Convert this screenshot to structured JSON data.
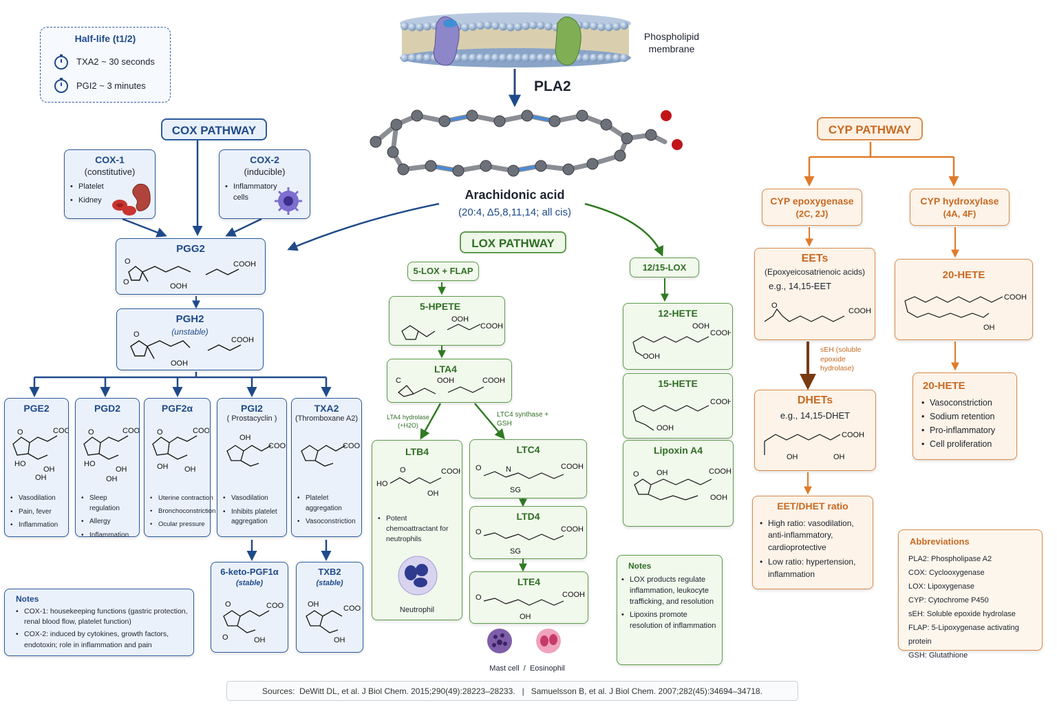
{
  "halflife": {
    "title": "Half-life (t1/2)",
    "txa2": "TXA2 ~ 30 seconds",
    "pgi2": "PGI2 ~ 3 minutes"
  },
  "membrane": {
    "label": "Phospholipid membrane",
    "enzyme": "PLA2"
  },
  "aa": {
    "name": "Arachidonic acid",
    "formula": "(20:4, Δ5,8,11,14; all cis)"
  },
  "cox": {
    "title": "COX PATHWAY",
    "cox1": {
      "title": "COX-1",
      "sub": "(constitutive)",
      "items": [
        "Platelet",
        "Kidney"
      ]
    },
    "cox2": {
      "title": "COX-2",
      "sub": "(inducible)",
      "items": [
        "Inflammatory cells"
      ]
    },
    "pgg2": "PGG2",
    "pgh2": "PGH2",
    "pgh2_sub": "(unstable)",
    "products": [
      {
        "title": "PGE2",
        "sub": "",
        "items": [
          "Vasodilation",
          "Pain, fever",
          "Inflammation"
        ]
      },
      {
        "title": "PGD2",
        "sub": "",
        "items": [
          "Sleep regulation",
          "Allergy",
          "Inflammation"
        ]
      },
      {
        "title": "PGF2α",
        "sub": "",
        "items": [
          "Uterine contraction",
          "Bronchoconstriction",
          "Ocular pressure"
        ]
      },
      {
        "title": "PGI2",
        "sub": "( Prostacyclin )",
        "items": [
          "Vasodilation",
          "Inhibits platelet aggregation"
        ]
      },
      {
        "title": "TXA2",
        "sub": "(Thromboxane A2)",
        "items": [
          "Platelet aggregation",
          "Vasoconstriction"
        ]
      }
    ],
    "keto": {
      "title": "6-keto-PGF1α",
      "sub": "(stable)"
    },
    "txb2": {
      "title": "TXB2",
      "sub": "(stable)"
    },
    "notes": {
      "title": "Notes",
      "items": [
        "COX-1: housekeeping functions (gastric protection, renal blood flow, platelet function)",
        "COX-2: induced by cytokines, growth factors, endotoxin; role in inflammation and pain"
      ]
    }
  },
  "lox": {
    "title": "LOX PATHWAY",
    "lox5": "5-LOX + FLAP",
    "lox12": "12/15-LOX",
    "hpete": "5-HPETE",
    "lta4": "LTA4",
    "lta4h": "LTA4 hydrolase (+H2O)",
    "ltc4s": "LTC4 synthase + GSH",
    "ltb4": {
      "title": "LTB4",
      "items": [
        "Potent chemoattractant for neutrophils"
      ],
      "cell": "Neutrophil"
    },
    "ltc4": "LTC4",
    "ltd4": "LTD4",
    "lte4": "LTE4",
    "cells": "Mast cell  /  Eosinophil",
    "hete12": "12-HETE",
    "hete15": "15-HETE",
    "lipoxin": "Lipoxin A4",
    "notes": {
      "title": "Notes",
      "items": [
        "LOX products regulate inflammation, leukocyte trafficking, and resolution",
        "Lipoxins promote resolution of inflammation"
      ]
    }
  },
  "cyp": {
    "title": "CYP PATHWAY",
    "epox": {
      "title": "CYP epoxygenase",
      "sub": "(2C, 2J)"
    },
    "hydrox": {
      "title": "CYP hydroxylase",
      "sub": "(4A, 4F)"
    },
    "eets": {
      "title": "EETs",
      "sub": "(Epoxyeicosatrienoic acids)",
      "eg": "e.g., 14,15-EET"
    },
    "seh": "sEH (soluble epoxide hydrolase)",
    "dhets": {
      "title": "DHETs",
      "eg": "e.g., 14,15-DHET"
    },
    "ratio": {
      "title": "EET/DHET ratio",
      "items": [
        "High ratio: vasodilation, anti-inflammatory, cardioprotective",
        "Low ratio: hypertension, inflammation"
      ]
    },
    "hete20a": "20-HETE",
    "hete20b": {
      "title": "20-HETE",
      "items": [
        "Vasoconstriction",
        "Sodium retention",
        "Pro-inflammatory",
        "Cell proliferation"
      ]
    }
  },
  "abbrev": {
    "title": "Abbreviations",
    "items": [
      "PLA2: Phospholipase A2",
      "COX: Cyclooxygenase",
      "LOX: Lipoxygenase",
      "CYP: Cytochrome P450",
      "sEH: Soluble epoxide hydrolase",
      "FLAP: 5-Lipoxygenase activating protein",
      "GSH: Glutathione"
    ]
  },
  "sources": "Sources:  DeWitt DL, et al. J Biol Chem. 2015;290(49):28223–28233.   |   Samuelsson B, et al. J Biol Chem. 2007;282(45):34694–34718.",
  "colors": {
    "cox": "#2c5a9c",
    "lox": "#5d9c4c",
    "cyp": "#d98b4c"
  }
}
